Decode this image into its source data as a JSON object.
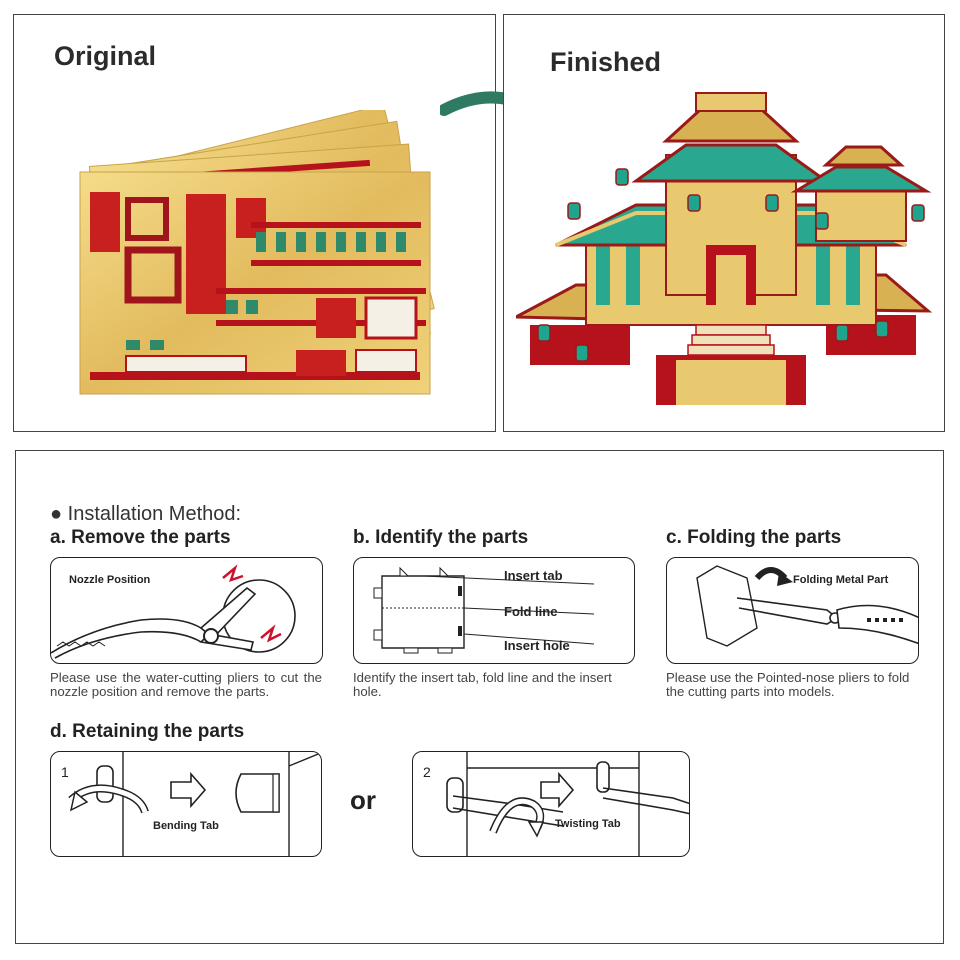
{
  "top": {
    "original_title": "Original",
    "finished_title": "Finished"
  },
  "instructions": {
    "intro": "● Installation Method:",
    "step_a": {
      "heading": "a. Remove the parts",
      "label": "Nozzle Position",
      "caption": "Please use the water-cutting pliers to cut the nozzle position and remove the parts."
    },
    "step_b": {
      "heading": "b. Identify the parts",
      "labels": [
        "Insert tab",
        "Fold line",
        "Insert hole"
      ],
      "caption": "Identify the insert tab, fold line and the insert hole."
    },
    "step_c": {
      "heading": "c. Folding the parts",
      "label": "Folding Metal Part",
      "caption": "Please use the Pointed-nose pliers to fold the cutting parts into models."
    },
    "step_d": {
      "heading": "d. Retaining the parts",
      "option1": {
        "number": "1",
        "label": "Bending Tab"
      },
      "or": "or",
      "option2": {
        "number": "2",
        "label": "Twisting Tab"
      }
    }
  },
  "colors": {
    "gold": "#e8c970",
    "red": "#b5121b",
    "teal": "#2e7a62",
    "green_lantern": "#1fa58e"
  }
}
